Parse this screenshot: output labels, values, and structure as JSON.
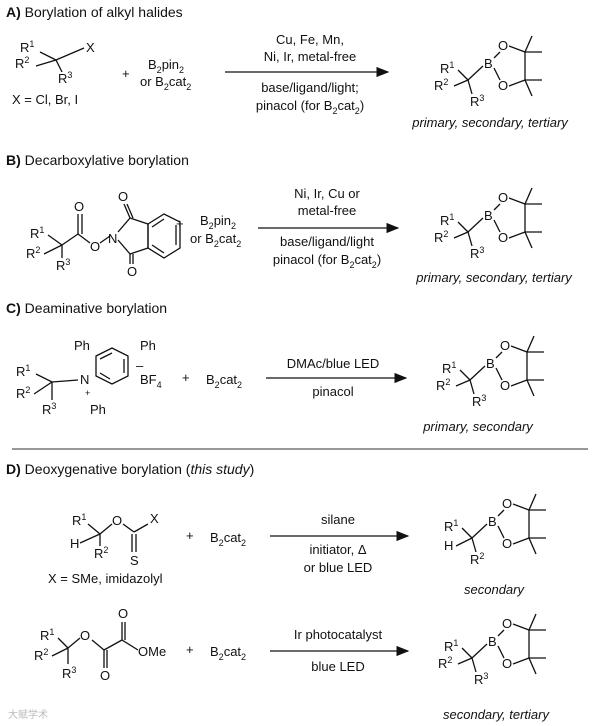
{
  "sections": {
    "a": {
      "title_prefix": "A)",
      "title": "Borylation of alkyl halides",
      "substrate_x": "X",
      "x_def": "X = Cl, Br, I",
      "reagent_1": "B",
      "reagent_1_sub": "2",
      "reagent_1_tail": "pin",
      "reagent_1_sub2": "2",
      "reagent_or": "or B",
      "reagent_2_sub": "2",
      "reagent_2_tail": "cat",
      "reagent_2_sub2": "2",
      "cond_top_1": "Cu, Fe, Mn,",
      "cond_top_2": "Ni, Ir, metal-free",
      "cond_bottom_1": "base/ligand/light;",
      "cond_bottom_2": "pinacol (for B",
      "cond_bottom_2_sub": "2",
      "cond_bottom_2_tail": "cat",
      "cond_bottom_2_sub2": "2",
      "cond_bottom_2_close": ")",
      "scope": "primary, secondary, tertiary"
    },
    "b": {
      "title_prefix": "B)",
      "title": "Decarboxylative borylation",
      "reagent_1": "B",
      "reagent_1_sub": "2",
      "reagent_1_tail": "pin",
      "reagent_1_sub2": "2",
      "reagent_or": "or B",
      "reagent_2_sub": "2",
      "reagent_2_tail": "cat",
      "reagent_2_sub2": "2",
      "cond_top_1": "Ni, Ir, Cu or",
      "cond_top_2": "metal-free",
      "cond_bottom_1": "base/ligand/light",
      "cond_bottom_2": "pinacol (for B",
      "cond_bottom_2_sub": "2",
      "cond_bottom_2_tail": "cat",
      "cond_bottom_2_sub2": "2",
      "cond_bottom_2_close": ")",
      "scope": "primary, secondary, tertiary"
    },
    "c": {
      "title_prefix": "C)",
      "title": "Deaminative borylation",
      "ph": "Ph",
      "counterion": "BF",
      "counterion_sub": "4",
      "reagent": "B",
      "reagent_sub": "2",
      "reagent_tail": "cat",
      "reagent_sub2": "2",
      "cond_top": "DMAc/blue LED",
      "cond_bottom": "pinacol",
      "scope": "primary, secondary"
    },
    "d": {
      "title_prefix": "D)",
      "title": "Deoxygenative borylation (",
      "title_italic": "this study",
      "title_close": ")",
      "x_def": "X = SMe, imidazolyl",
      "reagent": "B",
      "reagent_sub": "2",
      "reagent_tail": "cat",
      "reagent_sub2": "2",
      "r1_cond_top": "silane",
      "r1_cond_bottom_1": "initiator, Δ",
      "r1_cond_bottom_2": "or blue LED",
      "r1_scope": "secondary",
      "r2_cond_top": "Ir photocatalyst",
      "r2_cond_bottom": "blue LED",
      "r2_scope": "secondary, tertiary",
      "ome": "OMe"
    }
  },
  "atoms": {
    "r1": "R",
    "r2": "R",
    "r3": "R",
    "s1": "1",
    "s2": "2",
    "s3": "3",
    "b": "B",
    "o": "O",
    "n": "N",
    "s": "S",
    "h": "H",
    "x": "X",
    "plus": "+",
    "minus": "–",
    "plus_charge": "+"
  },
  "watermark": "大赋学术"
}
